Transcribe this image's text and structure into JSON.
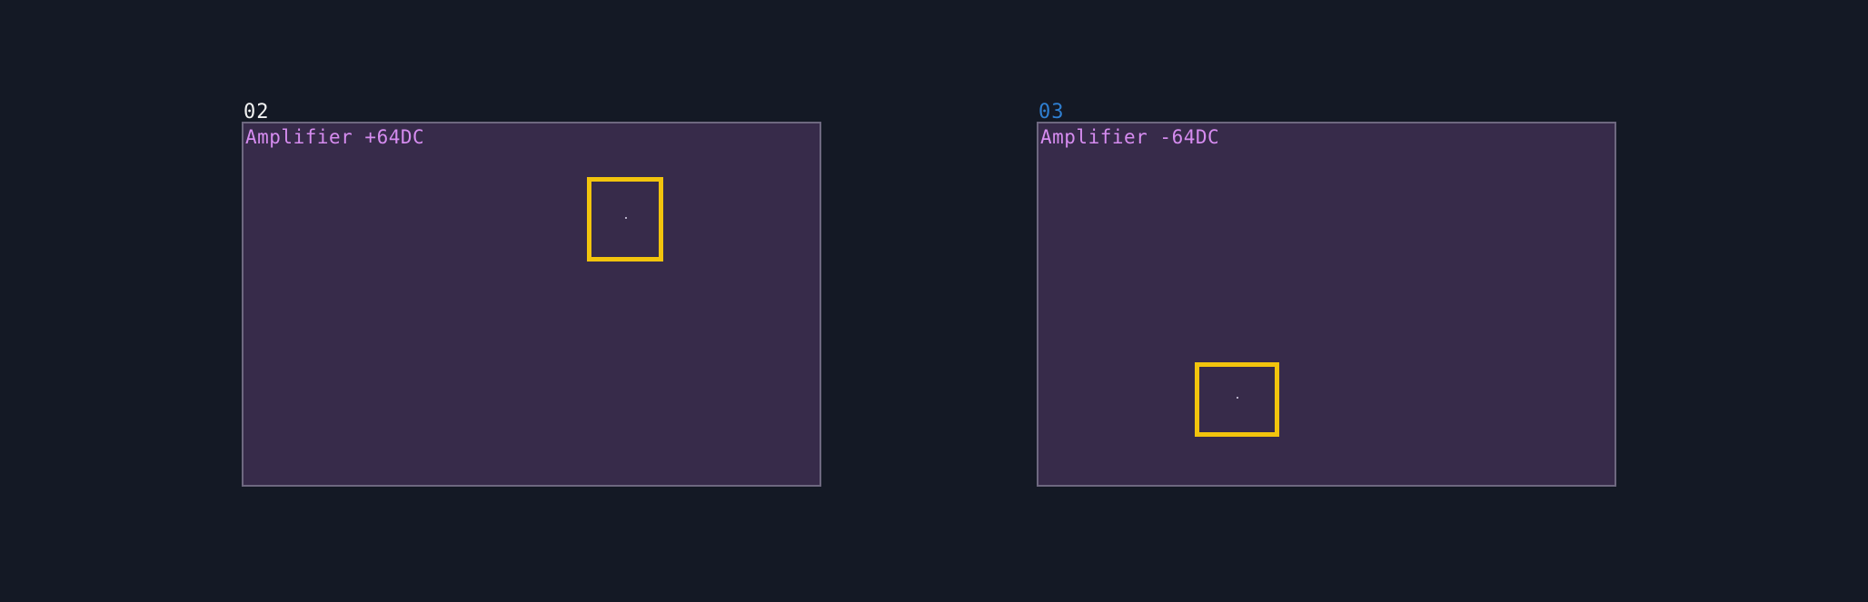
{
  "modules": [
    {
      "id": "02",
      "id_color": "#f2f2f2",
      "title": "Amplifier +64DC",
      "title_color": "#d68cf0",
      "knob_border_color": "#f2c40d"
    },
    {
      "id": "03",
      "id_color": "#2f7fd1",
      "title": "Amplifier -64DC",
      "title_color": "#d68cf0",
      "knob_border_color": "#f2c40d"
    }
  ],
  "colors": {
    "background": "#141925",
    "panel_fill": "#372b4a",
    "panel_border": "#6e6880"
  }
}
